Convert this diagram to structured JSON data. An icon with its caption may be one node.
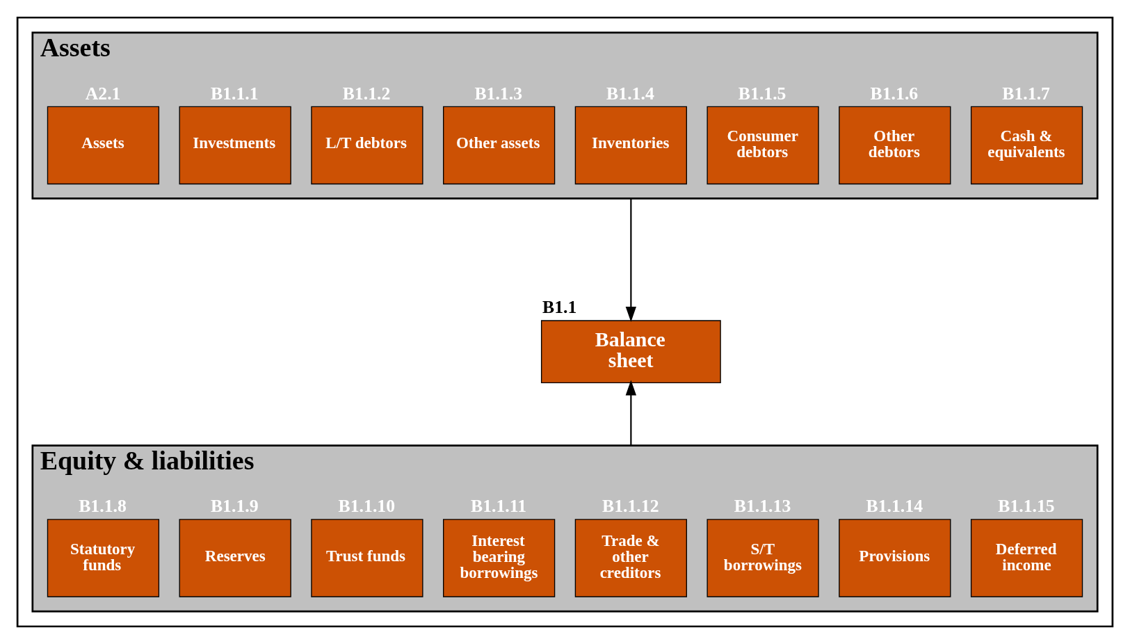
{
  "diagram": {
    "nodes": [
      {
        "text": [],
        "shape": "box"
      },
      {
        "text": [
          "Assets"
        ],
        "in": 0
      },
      {
        "text": [
          "Assets"
        ],
        "beside": [
          "A2.1"
        ],
        "in": 1
      },
      {
        "text": [
          "Investments"
        ],
        "beside": [
          "B1.1.1"
        ],
        "in": 1
      },
      {
        "text": [
          "L/T debtors"
        ],
        "beside": [
          "B1.1.2"
        ],
        "in": 1
      },
      {
        "text": [
          "Other assets"
        ],
        "beside": [
          "B1.1.3"
        ],
        "in": 1
      },
      {
        "text": [
          "Inventories"
        ],
        "beside": [
          "B1.1.4"
        ],
        "in": 1
      },
      {
        "text": [
          "Consumer debtors"
        ],
        "beside": [
          "B1.1.5"
        ],
        "in": 1
      },
      {
        "text": [
          "Other debtors"
        ],
        "beside": [
          "B1.1.6"
        ],
        "in": 1
      },
      {
        "text": [
          "Cash & equivalents"
        ],
        "beside": [
          "B1.1.7"
        ],
        "in": 1
      },
      {
        "text": [
          "Balance sheet"
        ],
        "beside": [
          "B1.1"
        ],
        "in": 0
      },
      {
        "text": [
          "Equity & liabilities"
        ],
        "in": 0
      },
      {
        "text": [
          "Statutory funds"
        ],
        "beside": [
          "B1.1.8"
        ],
        "in": 11
      },
      {
        "text": [
          "Reserves"
        ],
        "beside": [
          "B1.1.9"
        ],
        "in": 11
      },
      {
        "text": [
          "Trust funds"
        ],
        "beside": [
          "B1.1.10"
        ],
        "in": 11
      },
      {
        "text": [
          "Interest bearing borrowings"
        ],
        "beside": [
          "B1.1.11"
        ],
        "in": 11
      },
      {
        "text": [
          "Trade & other creditors"
        ],
        "beside": [
          "B1.1.12"
        ],
        "in": 11
      },
      {
        "text": [
          "S/T borrowings"
        ],
        "beside": [
          "B1.1.13"
        ],
        "in": 11
      },
      {
        "text": [
          "Provisions"
        ],
        "beside": [
          "B1.1.14"
        ],
        "in": 11
      },
      {
        "text": [
          "Deferred income"
        ],
        "beside": [
          "B1.1.15"
        ],
        "in": 11
      }
    ],
    "edges": [
      {
        "from": 1,
        "to": 10,
        "arrow": "to"
      },
      {
        "from": 11,
        "to": 10,
        "arrow": "to"
      }
    ]
  }
}
